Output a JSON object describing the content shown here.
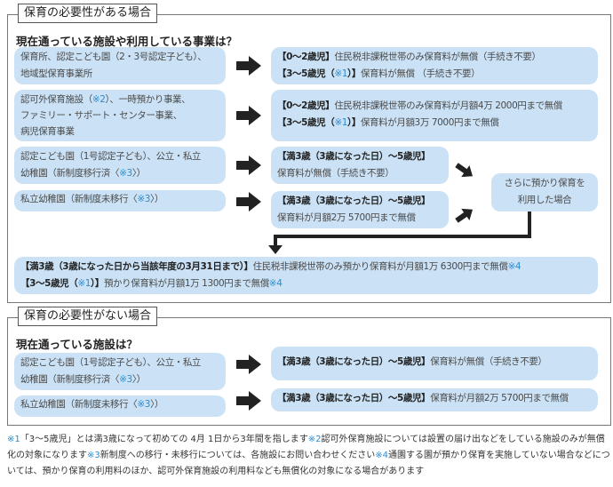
{
  "section1": {
    "label": "保育の必要性がある場合",
    "question": "現在通っている施設や利用している事業は？",
    "rows": [
      {
        "left": [
          "保育所、認定こども園（2・3号認定子ども）、",
          "地域型保育事業所"
        ],
        "right": [
          {
            "head": "【0～2歳児】",
            "text": "住民税非課税世帯のみ保育料が無償（手続き不要）"
          },
          {
            "head": "【3～5歳児（",
            "note": "※1",
            "head2": "）】",
            "text": "保育料が無償 （手続き不要）"
          }
        ]
      },
      {
        "left": [
          "認可外保育施設（",
          "※2",
          "）、一時預かり事業、",
          "ファミリー・サポート・センター事業、",
          "病児保育事業"
        ],
        "right": [
          {
            "head": "【0～2歳児】",
            "text": "住民税非課税世帯のみ保育料が月額4万 2000円まで無償"
          },
          {
            "head": "【3～5歳児（",
            "note": "※1",
            "head2": "）】",
            "text": "保育料が月額3万 7000円まで無償"
          }
        ]
      },
      {
        "left": [
          "認定こども園（1号認定子ども）、公立・私立",
          "幼稚園（新制度移行済〈",
          "※3",
          "〉）"
        ],
        "right": [
          {
            "head": "【満3歳（3歳になった日）～5歳児】",
            "text": "保育料が無償（手続き不要）"
          }
        ]
      },
      {
        "left": [
          "私立幼稚園（新制度未移行〈",
          "※3",
          "〉）"
        ],
        "right": [
          {
            "head": "【満3歳（3歳になった日）～5歳児】",
            "text": "保育料が月額2万 5700円まで無償"
          }
        ]
      }
    ],
    "extra": [
      "さらに預かり保育を",
      "利用した場合"
    ],
    "bottom": [
      {
        "head": "【満3歳（3歳になった日から当該年度の3月31日まで）】",
        "text": "住民税非課税世帯のみ預かり保育料が月額1万 6300円まで無償",
        "note": "※4"
      },
      {
        "head": "【3～5歳児（",
        "note": "※1",
        "head2": "）】",
        "text": "預かり保育料が月額1万 1300円まで無償",
        "note2": "※4"
      }
    ]
  },
  "section2": {
    "label": "保育の必要性がない場合",
    "question": "現在通っている施設は？",
    "rows": [
      {
        "left": [
          "認定こども園（1号認定子ども）、公立・私立",
          "幼稚園（新制度移行済〈",
          "※3",
          "〉）"
        ],
        "head": "【満3歳（3歳になった日）～5歳児】",
        "text": "保育料が無償（手続き不要）"
      },
      {
        "left": [
          "私立幼稚園（新制度未移行〈",
          "※3",
          "〉）"
        ],
        "head": "【満3歳（3歳になった日）～5歳児】",
        "text": "保育料が月額2万 5700円まで無償"
      }
    ]
  },
  "footnote": [
    {
      "n": "※1",
      "t": "「3～5歳児」とは満3歳になって初めての 4月 1日から3年間を指します"
    },
    {
      "n": "※2",
      "t": "認可外保育施設については設置の届け出などをしている施設のみが無償化の対象になります"
    },
    {
      "n": "※3",
      "t": "新制度への移行・未移行については、各施設にお問い合わせください"
    },
    {
      "n": "※4",
      "t": "通園する園が預かり保育を実施していない場合などについては、預かり保育の利用料のほか、認可外保育施設の利用料なども無償化の対象になる場合があります"
    }
  ],
  "colors": {
    "box": "#cbe2f6",
    "accent": "#2b8ccf"
  }
}
